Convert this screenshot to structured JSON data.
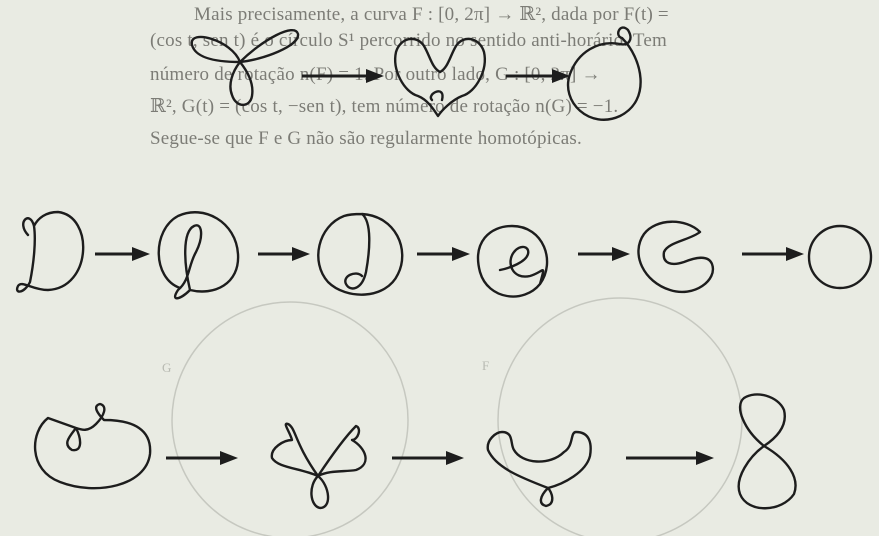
{
  "text": {
    "lines": [
      "Mais precisamente, a curva F : [0, 2π] → ℝ², dada por F(t) =",
      "(cos t, sen t) é o círculo S¹ percorrido no sentido anti-horário. Tem",
      "número de rotação n(F) = 1. Por outro lado, G : [0, 2π] →",
      "ℝ², G(t) = (cos t, −sen t), tem número de rotação n(G) = −1.",
      "Segue-se que F e G não são regularmente homotópicas."
    ],
    "bleed_through": [
      "G",
      "F"
    ]
  },
  "figures": {
    "row1_count": 3,
    "row2_count": 6,
    "row3_count": 4,
    "arrow_count": 10
  },
  "colors": {
    "paper": "#e9ebe3",
    "ink": "#1d1d1d",
    "text_faded": "#7c7c76",
    "bleed": "#c6c8c0"
  }
}
